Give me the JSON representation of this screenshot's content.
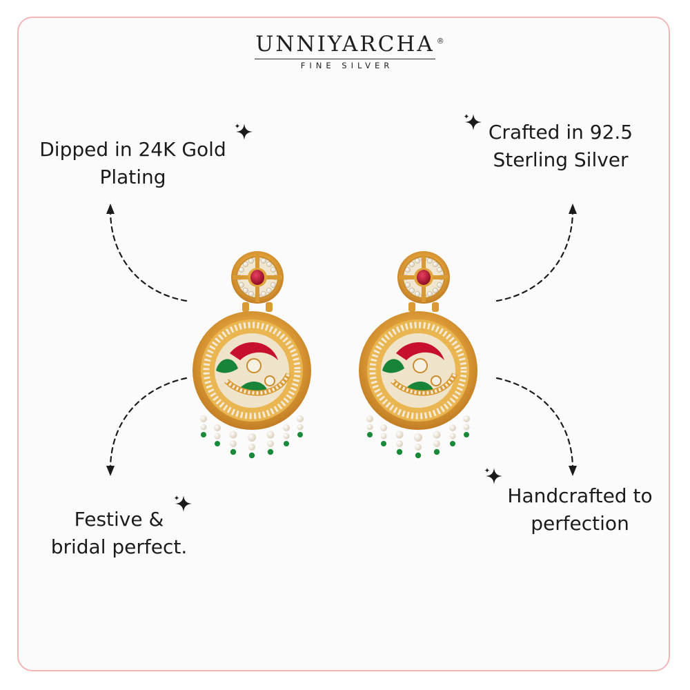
{
  "brand": {
    "name": "UNNIYARCHA",
    "registered_mark": "®",
    "tagline": "FINE SILVER"
  },
  "features": [
    {
      "id": "gold",
      "lines": [
        "Dipped in 24K Gold",
        "Plating"
      ]
    },
    {
      "id": "silver",
      "lines": [
        "Crafted in 92.5",
        "Sterling Silver"
      ]
    },
    {
      "id": "festive",
      "lines": [
        "Festive &",
        "bridal perfect."
      ]
    },
    {
      "id": "handcrafted",
      "lines": [
        "Handcrafted to",
        "perfection"
      ]
    }
  ],
  "icons": {
    "sparkle": "sparkle-icon",
    "arrow": "dashed-curved-arrow-icon"
  },
  "colors": {
    "frame_border": "#f2b6b6",
    "gold": "#d9962e",
    "ruby": "#b0102e",
    "emerald": "#1a8a3a",
    "pearl": "#f4eee2"
  }
}
